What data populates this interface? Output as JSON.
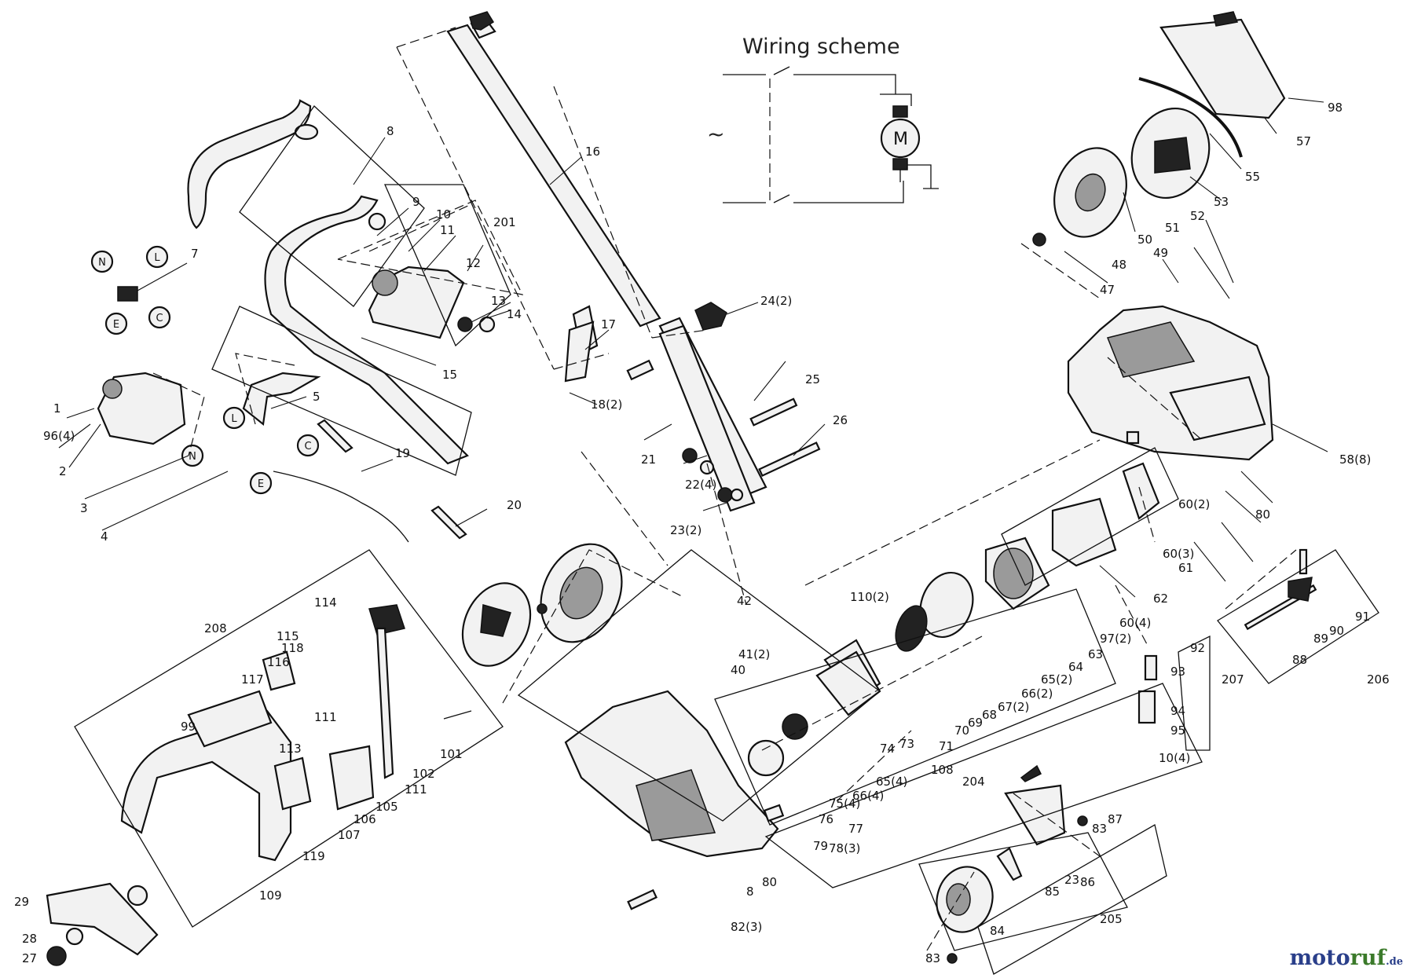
{
  "wiring": {
    "title": "Wiring scheme",
    "ac_symbol": "~",
    "motor_letter": "M"
  },
  "terminals": {
    "N": "N",
    "L": "L",
    "E": "E",
    "C": "C"
  },
  "labels": {
    "l1": "1",
    "l2": "2",
    "l3": "3",
    "l4": "4",
    "l5": "5",
    "l7": "7",
    "l8": "8",
    "l9": "9",
    "l10": "10",
    "l11": "11",
    "l12": "12",
    "l13": "13",
    "l14": "14",
    "l15": "15",
    "l16": "16",
    "l17": "17",
    "l18": "18(2)",
    "l19": "19",
    "l20": "20",
    "l21": "21",
    "l22": "22(4)",
    "l23a": "23(2)",
    "l24": "24(2)",
    "l25": "25",
    "l26": "26",
    "l27": "27",
    "l28": "28",
    "l29": "29",
    "l40": "40",
    "l41": "41(2)",
    "l42": "42",
    "l47": "47",
    "l48": "48",
    "l49": "49",
    "l50": "50",
    "l51": "51",
    "l52": "52",
    "l53": "53",
    "l55": "55",
    "l57": "57",
    "l58": "58(8)",
    "l60a": "60(2)",
    "l60b": "60(3)",
    "l60c": "60(4)",
    "l61": "61",
    "l62": "62",
    "l63": "63",
    "l64": "64",
    "l65a": "65(2)",
    "l65b": "65(4)",
    "l66a": "66(2)",
    "l66b": "66(4)",
    "l67": "67(2)",
    "l68": "68",
    "l69": "69",
    "l70": "70",
    "l71": "71",
    "l73": "73",
    "l74": "74",
    "l75": "75(4)",
    "l76": "76",
    "l77": "77",
    "l78": "78(3)",
    "l79": "79",
    "l80a": "80",
    "l80b": "80",
    "l8b": "8",
    "l82": "82(3)",
    "l83a": "83",
    "l83b": "83",
    "l84": "84",
    "l85": "85",
    "l86": "86",
    "l87": "87",
    "l23b": "23",
    "l88": "88",
    "l89": "89",
    "l90": "90",
    "l91": "91",
    "l92": "92",
    "l93": "93",
    "l94": "94",
    "l95": "95",
    "l10b": "10(4)",
    "l96": "96(4)",
    "l97": "97(2)",
    "l98": "98",
    "l99": "99",
    "l101": "101",
    "l102": "102",
    "l105": "105",
    "l106": "106",
    "l107": "107",
    "l108": "108",
    "l109": "109",
    "l110": "110(2)",
    "l111a": "111",
    "l111b": "111",
    "l113": "113",
    "l114": "114",
    "l115": "115",
    "l116": "116",
    "l117": "117",
    "l118": "118",
    "l119": "119",
    "l201": "201",
    "l204": "204",
    "l205": "205",
    "l206": "206",
    "l207": "207",
    "l208": "208"
  },
  "watermark": {
    "a": "moto",
    "b": "ruf",
    "c": ".de"
  }
}
